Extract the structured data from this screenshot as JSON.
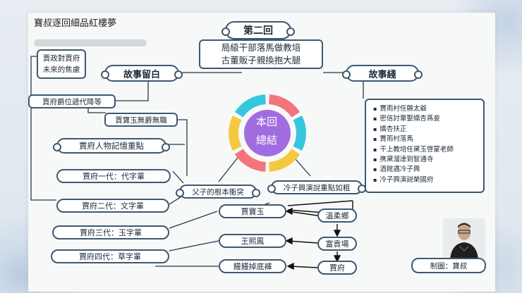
{
  "doc_title": "寶叔逐回細品紅樓夢",
  "chapter": "第二回",
  "chapter_lines": [
    "局級干部落馬做教培",
    "古董販子親換抱大腿"
  ],
  "center": [
    "本回",
    "總結"
  ],
  "left_header": "故事留白",
  "right_header": "故事綫",
  "plot_points": [
    "賈雨村任縣太爺",
    "密信討輩娶嬌杏爲妾",
    "嬌杏扶正",
    "賈雨村落馬",
    "干上教培任黛玉啓蒙老師",
    "携黛溜達到智通寺",
    "酒館遇冷子興",
    "冷子興演説榮國府"
  ],
  "nodes": {
    "gov_future": [
      "賈政對賈府",
      "未來的焦慮"
    ],
    "succession": "賈府爵位遞代降等",
    "baoyu_no_title": "賈寶玉無爵無職",
    "memory_point": "賈府人物記憶重點",
    "gen1": "賈府一代：代字輩",
    "gen2": "賈府二代：文字輩",
    "gen3": "賈府三代：玉字輩",
    "gen4": "賈府四代：草字輩",
    "conflict": "父子的根本衝突",
    "lengzi_point": "冷子興演說重點如粗",
    "jia_baoyu": "賈寶玉",
    "wang_xifeng": "王熙鳳",
    "mantou": "饅饅掉底褲",
    "wenrou": "溫柔鄉",
    "fugui": "富貴場",
    "jiafu": "賈府"
  },
  "credit": "制圖：寶叔",
  "colors": {
    "accent_border": "#3e5870",
    "ring": [
      "#f3747c",
      "#35c6dd",
      "#f5c842",
      "#f3747c",
      "#f5c842",
      "#35c6dd"
    ],
    "center_fill": "#a06ce0"
  }
}
